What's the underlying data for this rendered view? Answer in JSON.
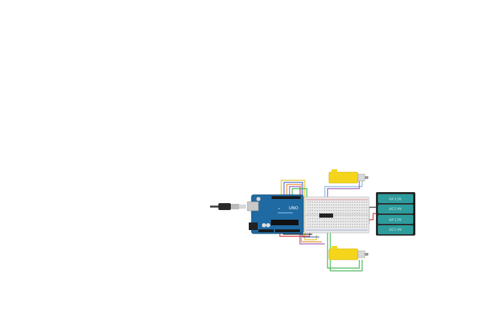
{
  "arduino": {
    "logo_text": "UNO"
  },
  "battery_pack": {
    "cells": [
      {
        "label": "AA 1.5V",
        "flipped": false
      },
      {
        "label": "AA 1.5V",
        "flipped": true
      },
      {
        "label": "AA 1.5V",
        "flipped": false
      },
      {
        "label": "AA 1.5V",
        "flipped": true
      }
    ]
  },
  "motors": [
    {
      "name": "dc-motor-top"
    },
    {
      "name": "dc-motor-bottom"
    }
  ],
  "colors": {
    "arduino_board": "#1f6aa3",
    "breadboard": "#e9e9e9",
    "motor_body": "#f4d51b",
    "battery_cell": "#2e9c9c",
    "battery_case": "#2b2b2b",
    "wire_red": "#d43030",
    "wire_green": "#3bb54a",
    "wire_blue": "#4a6fd1",
    "wire_yellow": "#e0c020",
    "wire_orange": "#e88a2a",
    "wire_purple": "#9b59b6",
    "wire_light_blue": "#7fb8e0",
    "wire_black": "#333333"
  }
}
